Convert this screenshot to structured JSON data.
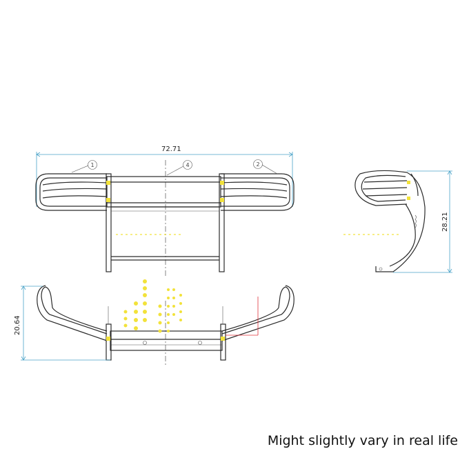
{
  "dimensions": {
    "overall_width": "72.71",
    "side_height": "28.21",
    "top_height": "20.64"
  },
  "balloons": {
    "b1": "1",
    "b2": "2",
    "b4": "4"
  },
  "note": "Might slightly vary in real life",
  "colors": {
    "outline": "#2a2a2a",
    "dimension": "#4aa3c8",
    "highlight": "#f2e23a",
    "section_line": "#e0303a"
  }
}
